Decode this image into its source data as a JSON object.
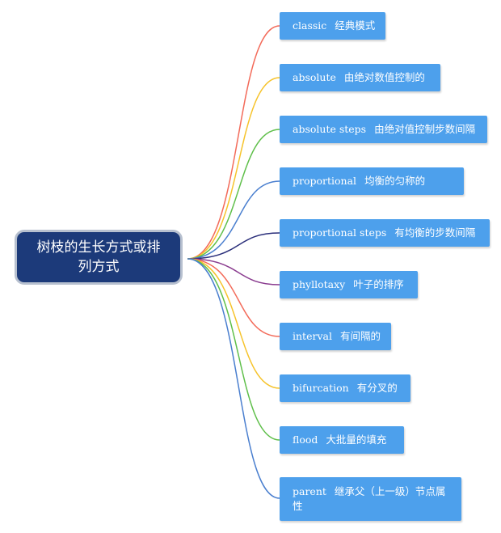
{
  "root": {
    "label": "树枝的生长方式或排列方式"
  },
  "branches": [
    {
      "en": "classic",
      "zh": "经典模式",
      "color": "#f36b5a"
    },
    {
      "en": "absolute",
      "zh": "由绝对数值控制的",
      "color": "#f6c32b"
    },
    {
      "en": "absolute steps",
      "zh": "由绝对值控制步数间隔",
      "color": "#5fbf4a"
    },
    {
      "en": "proportional",
      "zh": "均衡的匀称的",
      "color": "#4a7fcf"
    },
    {
      "en": "proportional steps",
      "zh": "有均衡的步数间隔",
      "color": "#2a2e7a"
    },
    {
      "en": "phyllotaxy",
      "zh": "叶子的排序",
      "color": "#8a3c8f"
    },
    {
      "en": "interval",
      "zh": "有间隔的",
      "color": "#f36b5a"
    },
    {
      "en": "bifurcation",
      "zh": "有分叉的",
      "color": "#f6c32b"
    },
    {
      "en": "flood",
      "zh": "大批量的填充",
      "color": "#5fbf4a"
    },
    {
      "en": "parent",
      "zh": "继承父（上一级）节点属性",
      "color": "#4a7fcf"
    }
  ]
}
